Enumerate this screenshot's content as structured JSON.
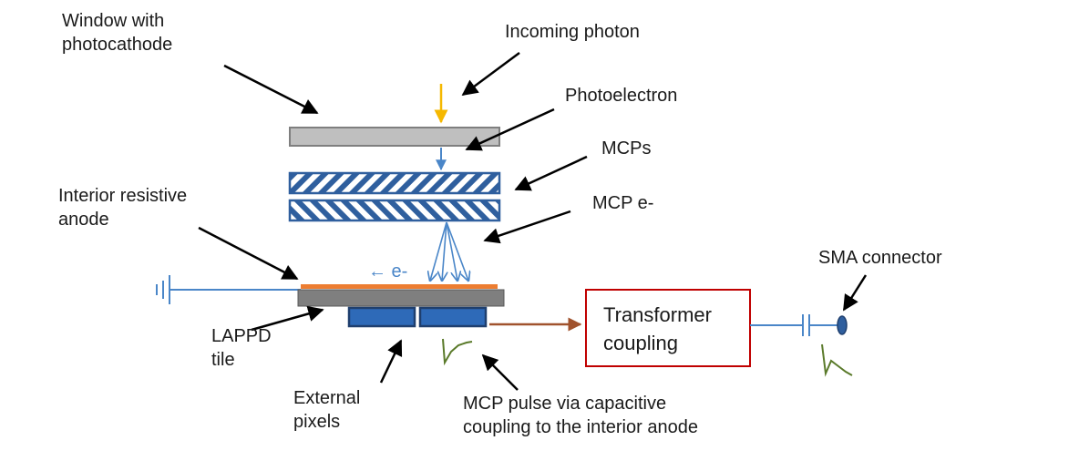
{
  "labels": {
    "window_line1": "Window with",
    "window_line2": "photocathode",
    "incoming_photon": "Incoming photon",
    "photoelectron": "Photoelectron",
    "mcps": "MCPs",
    "mcp_e": "MCP e-",
    "interior_line1": "Interior resistive",
    "interior_line2": "anode",
    "e_flow": "← e-",
    "lappd_line1": "LAPPD",
    "lappd_line2": "tile",
    "external_line1": "External",
    "external_line2": "pixels",
    "pulse_line1": "MCP pulse via capacitive",
    "pulse_line2": "coupling to the interior anode",
    "transformer_line1": "Transformer",
    "transformer_line2": "coupling",
    "sma": "SMA connector"
  },
  "colors": {
    "photon": "#f5b800",
    "electron": "#4a86c8",
    "mcp": "#2f5f9e",
    "anode": "#ed7d31",
    "tile": "#7f7f7f",
    "window": "#bfbfbf",
    "pulse": "#5a7a2a",
    "coupling_arrow": "#a0522d",
    "transformer_border": "#c00000"
  }
}
